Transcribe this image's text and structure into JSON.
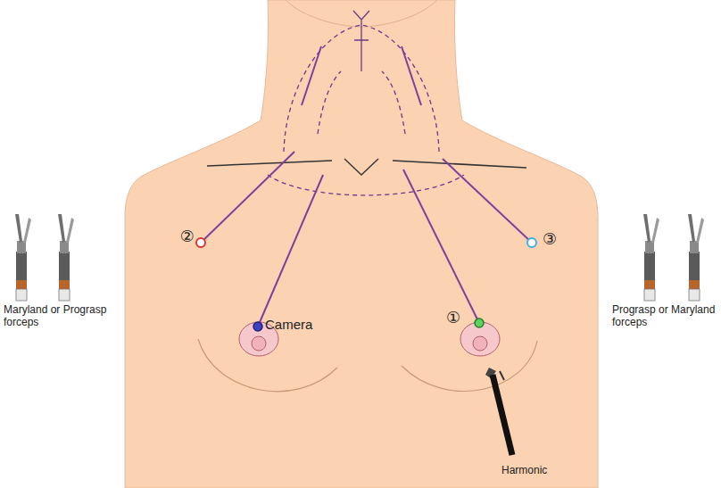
{
  "diagram": {
    "labels": [
      "Maryland or Prograsp forceps",
      "②",
      "③",
      "Prograsp or Maryland forceps",
      "Camera",
      "①",
      "Harmonic"
    ]
  }
}
